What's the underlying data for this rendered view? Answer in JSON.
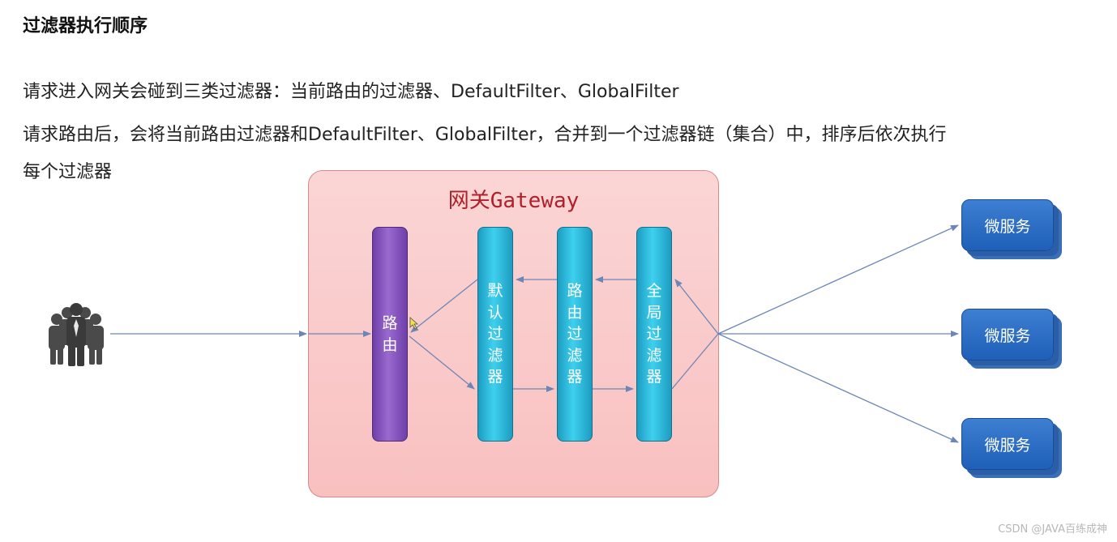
{
  "title": "过滤器执行顺序",
  "paragraphs": {
    "line1": "请求进入网关会碰到三类过滤器：当前路由的过滤器、DefaultFilter、GlobalFilter",
    "line2": "请求路由后，会将当前路由过滤器和DefaultFilter、GlobalFilter，合并到一个过滤器链（集合）中，排序后依次执行",
    "line3": "每个过滤器"
  },
  "diagram": {
    "gateway_title": "网关Gateway",
    "bars": {
      "route": "路由",
      "default_filter": "默认过滤器",
      "route_filter": "路由过滤器",
      "global_filter": "全局过滤器"
    },
    "services": [
      "微服务",
      "微服务",
      "微服务"
    ],
    "users_icon": "users-group-icon"
  },
  "colors": {
    "gateway_bg": "#f9c0c0",
    "gateway_title": "#b0202a",
    "route_bar": "#7b4bb8",
    "filter_bar": "#2cb6dc",
    "service": "#2b6cc4",
    "arrow": "#6c86b8"
  },
  "watermark": "CSDN @JAVA百练成神"
}
